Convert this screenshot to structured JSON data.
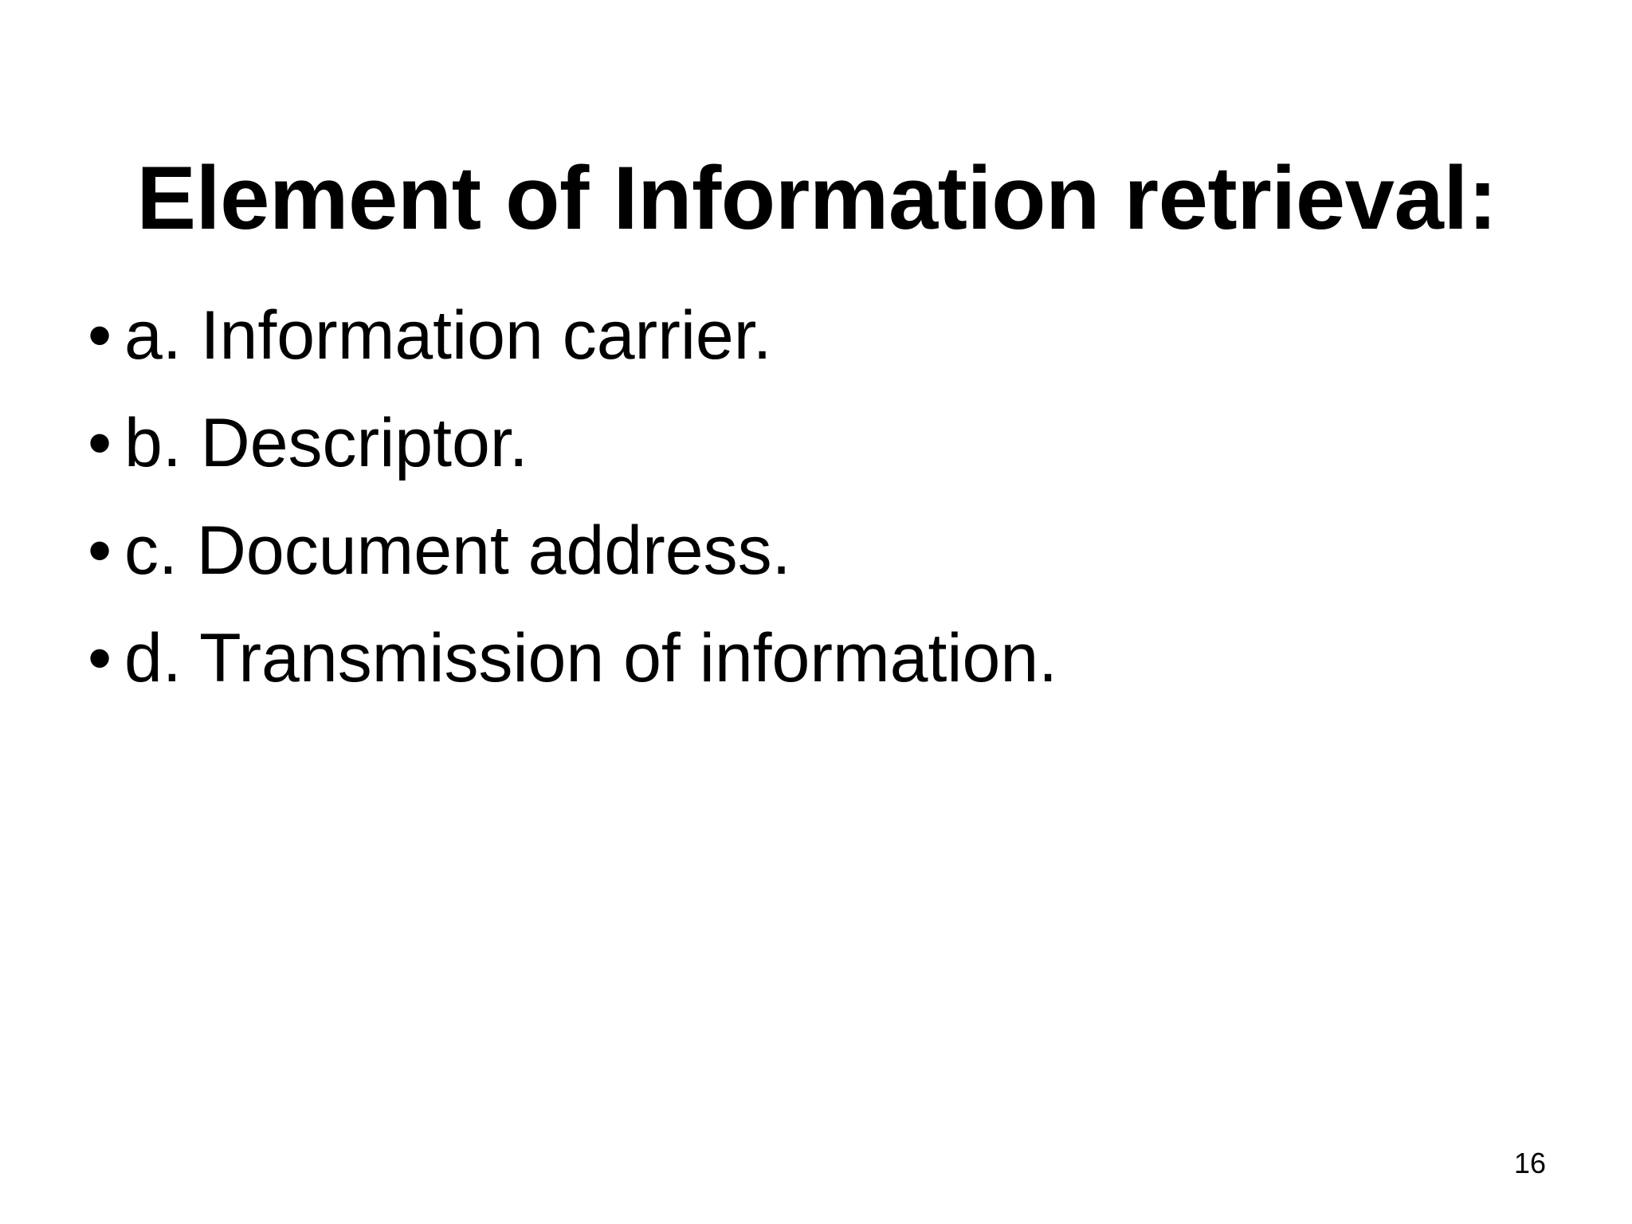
{
  "slide": {
    "title": "Element of Information retrieval:",
    "bullet_marker": "•",
    "bullets": [
      {
        "label": "a. Information carrier."
      },
      {
        "label": "b. Descriptor."
      },
      {
        "label": "c. Document address."
      },
      {
        "label": "d. Transmission of information."
      }
    ],
    "page_number": "16",
    "colors": {
      "background": "#ffffff",
      "text": "#000000"
    }
  }
}
